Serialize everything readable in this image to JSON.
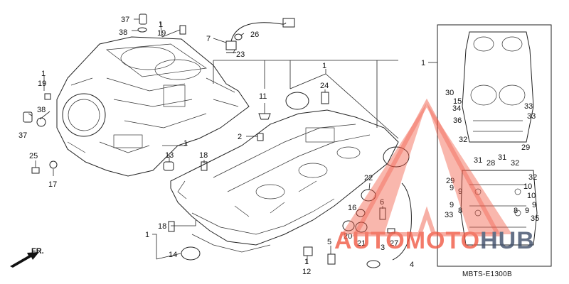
{
  "diagram": {
    "code": "MBTS-E1300B",
    "front_label": "FR.",
    "watermark": {
      "part1": "AUTO",
      "part2": "MOTO",
      "part3": "HUB",
      "color_main": "#f0553f",
      "color_dark": "#3a4a66"
    },
    "callouts": [
      {
        "id": "c37a",
        "text": "37"
      },
      {
        "id": "c1a",
        "text": "1"
      },
      {
        "id": "c38a",
        "text": "38"
      },
      {
        "id": "c19a",
        "text": "19"
      },
      {
        "id": "c7",
        "text": "7"
      },
      {
        "id": "c26",
        "text": "26"
      },
      {
        "id": "c23",
        "text": "23"
      },
      {
        "id": "c1b",
        "text": "1"
      },
      {
        "id": "c19b",
        "text": "19"
      },
      {
        "id": "c38b",
        "text": "38"
      },
      {
        "id": "c37b",
        "text": "37"
      },
      {
        "id": "c25",
        "text": "25"
      },
      {
        "id": "c17",
        "text": "17"
      },
      {
        "id": "c13",
        "text": "13"
      },
      {
        "id": "c18a",
        "text": "18"
      },
      {
        "id": "c1c",
        "text": "1"
      },
      {
        "id": "c11",
        "text": "11"
      },
      {
        "id": "c2",
        "text": "2"
      },
      {
        "id": "c1d",
        "text": "1"
      },
      {
        "id": "c24",
        "text": "24"
      },
      {
        "id": "c22",
        "text": "22"
      },
      {
        "id": "c16",
        "text": "16"
      },
      {
        "id": "c6",
        "text": "6"
      },
      {
        "id": "c20",
        "text": "20"
      },
      {
        "id": "c21",
        "text": "21"
      },
      {
        "id": "c3",
        "text": "3"
      },
      {
        "id": "c27",
        "text": "27"
      },
      {
        "id": "c4",
        "text": "4"
      },
      {
        "id": "c5",
        "text": "5"
      },
      {
        "id": "c12",
        "text": "12"
      },
      {
        "id": "c1e",
        "text": "1"
      },
      {
        "id": "c18b",
        "text": "18"
      },
      {
        "id": "c1f",
        "text": "1"
      },
      {
        "id": "c14",
        "text": "14"
      },
      {
        "id": "c1g",
        "text": "1"
      },
      {
        "id": "c30",
        "text": "30"
      },
      {
        "id": "c15",
        "text": "15"
      },
      {
        "id": "c34",
        "text": "34"
      },
      {
        "id": "c33a",
        "text": "33"
      },
      {
        "id": "c33b",
        "text": "33"
      },
      {
        "id": "c36",
        "text": "36"
      },
      {
        "id": "c32a",
        "text": "32"
      },
      {
        "id": "c29a",
        "text": "29"
      },
      {
        "id": "c31a",
        "text": "31"
      },
      {
        "id": "c28",
        "text": "28"
      },
      {
        "id": "c31b",
        "text": "31"
      },
      {
        "id": "c32b",
        "text": "32"
      },
      {
        "id": "c29b",
        "text": "29"
      },
      {
        "id": "c32c",
        "text": "32"
      },
      {
        "id": "c9a",
        "text": "9"
      },
      {
        "id": "c10a",
        "text": "10"
      },
      {
        "id": "c9b",
        "text": "9"
      },
      {
        "id": "c10b",
        "text": "10"
      },
      {
        "id": "c9c",
        "text": "9"
      },
      {
        "id": "c9d",
        "text": "9"
      },
      {
        "id": "c8a",
        "text": "8"
      },
      {
        "id": "c8b",
        "text": "8"
      },
      {
        "id": "c9e",
        "text": "9"
      },
      {
        "id": "c33c",
        "text": "33"
      },
      {
        "id": "c35",
        "text": "35"
      }
    ]
  }
}
